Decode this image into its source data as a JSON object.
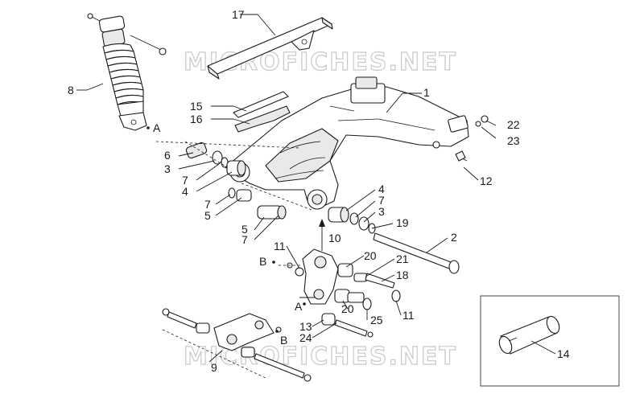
{
  "watermark": "MICROFICHES.NET",
  "callouts": {
    "c1": "1",
    "c2": "2",
    "c3a": "3",
    "c3b": "3",
    "c4a": "4",
    "c4b": "4",
    "c5a": "5",
    "c5b": "5",
    "c6": "6",
    "c7a": "7",
    "c7b": "7",
    "c7c": "7",
    "c7d": "7",
    "c8": "8",
    "c9": "9",
    "c10": "10",
    "c11a": "11",
    "c11b": "11",
    "c12": "12",
    "c13": "13",
    "c14": "14",
    "c15": "15",
    "c16": "16",
    "c17": "17",
    "c18": "18",
    "c19": "19",
    "c20a": "20",
    "c20b": "20",
    "c21": "21",
    "c22": "22",
    "c23": "23",
    "c24": "24",
    "c25": "25"
  },
  "refs": {
    "a1": "A",
    "a2": "A",
    "b1": "B",
    "b2": "B"
  },
  "colors": {
    "line": "#1a1a1a",
    "watermark_outline": "#c9c9c9"
  }
}
